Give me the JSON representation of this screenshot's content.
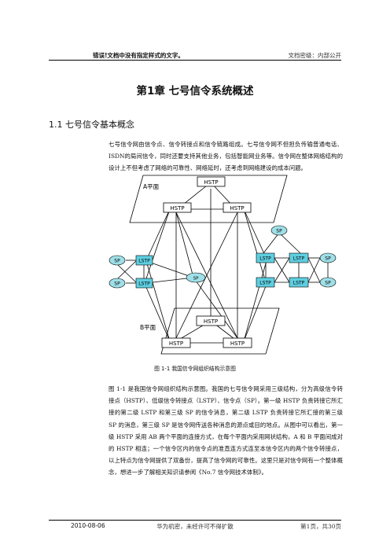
{
  "header": {
    "left": "错误!文档中没有指定样式的文字。",
    "right": "文档密级：内部公开"
  },
  "chapter_title": "第1章 七号信令系统概述",
  "section_title": "1.1 七号信令基本概念",
  "paragraph1": "七号信令网由信令点、信令转接点和信令链路组成。七号信令网不但担负传输普通电话、ISDN的局间信令，同时还要支持其他业务，包括智能网业务等。信令网在整体网络结构的设计上不但考虑了网络的可靠性、网络延时，还考虑到网络建设的成本问题。",
  "diagram": {
    "plane_a_label": "A平面",
    "plane_b_label": "B平面",
    "hstp_label": "HSTP",
    "lstp_label": "LSTP",
    "sp_label": "SP",
    "colors": {
      "sp_fill": "#9fe0e8",
      "lstp_fill": "#5ecfe0",
      "line": "#000000"
    }
  },
  "figure_caption": "图 1-1 我国信令网组织结构示意图",
  "paragraph2": "图 1-1 是我国信令网组织结构示意图。我国的七号信令网采用三级结构，分为高级信令转接点（HSTP）、低级信令转接点（LSTP）、信令点（SP）。第一级 HSTP 负责转接它所汇接的第二级 LSTP 和第三级 SP 的信令消息，第二级 LSTP 负责转接它所汇接的第三级 SP 的消息，第三级 SP 是信令网传送各种消息的源点或目的地点。从图中可以看出，第一级 HSTP 采用 AB 两个平面的连接方式，在每个平面内采用网状结构，A 和 B 平面间成对的 HSTP 相连；一个信令区内的信令点的准直连方式连至本信令区内的两个信令转接点，以上特点为信令网提供了双备份，提高了信令网的可靠性。这里只是对信令网有一个整体概念，想进一步了解相关知识请参阅《No.7 信令网技术体制》。",
  "footer": {
    "date": "2010-08-06",
    "notice": "华为机密，未经许可不得扩散",
    "page": "第1页，共30页"
  }
}
